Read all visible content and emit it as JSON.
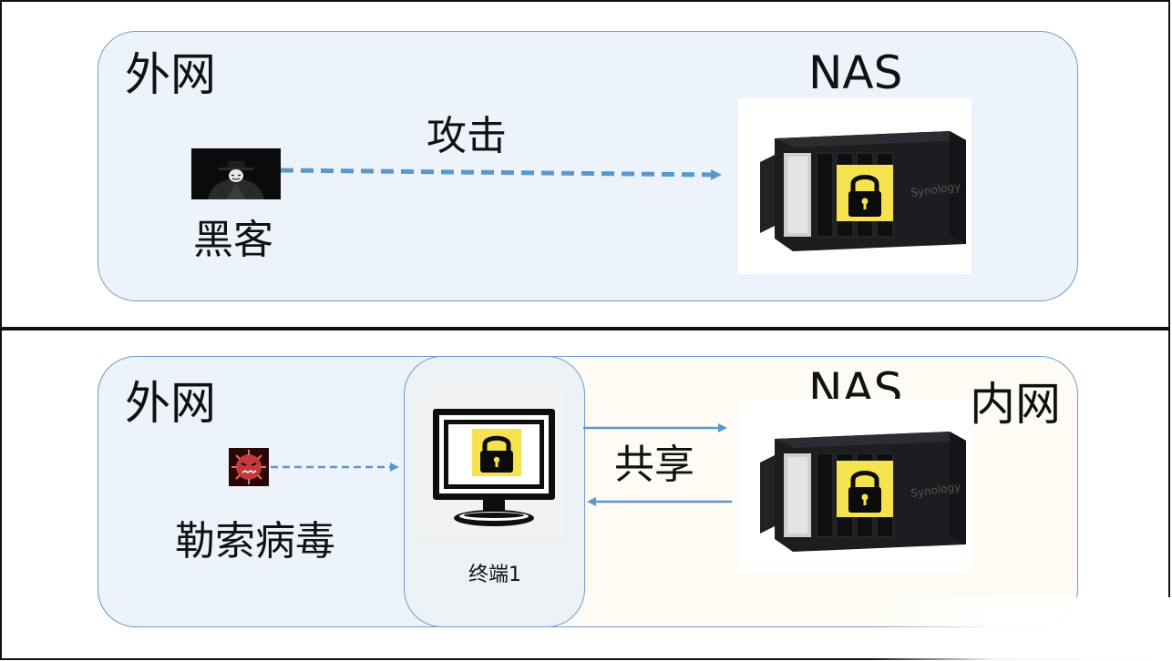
{
  "top": {
    "zone_label": "外网",
    "nas_label": "NAS",
    "hacker_label": "黑客",
    "attack_label": "攻击"
  },
  "bottom": {
    "zone_outer_label": "外网",
    "zone_inner_label": "内网",
    "nas_label": "NAS",
    "virus_label": "勒索病毒",
    "share_label": "共享",
    "terminal_label": "终端1"
  },
  "colors": {
    "outer_zone_fill": "#edf3fa",
    "inner_zone_fill": "#fdfbf3",
    "terminal_zone_fill": "#ecf1f6",
    "zone_border": "#6f9ccf",
    "arrow": "#5a98cc",
    "lock_background": "#f6e24f",
    "nas_body": "#1b1d20"
  },
  "icons": {
    "hacker": "hacker-icon",
    "virus": "virus-icon",
    "nas": "nas-device-icon",
    "lock": "lock-icon",
    "terminal": "monitor-icon"
  }
}
